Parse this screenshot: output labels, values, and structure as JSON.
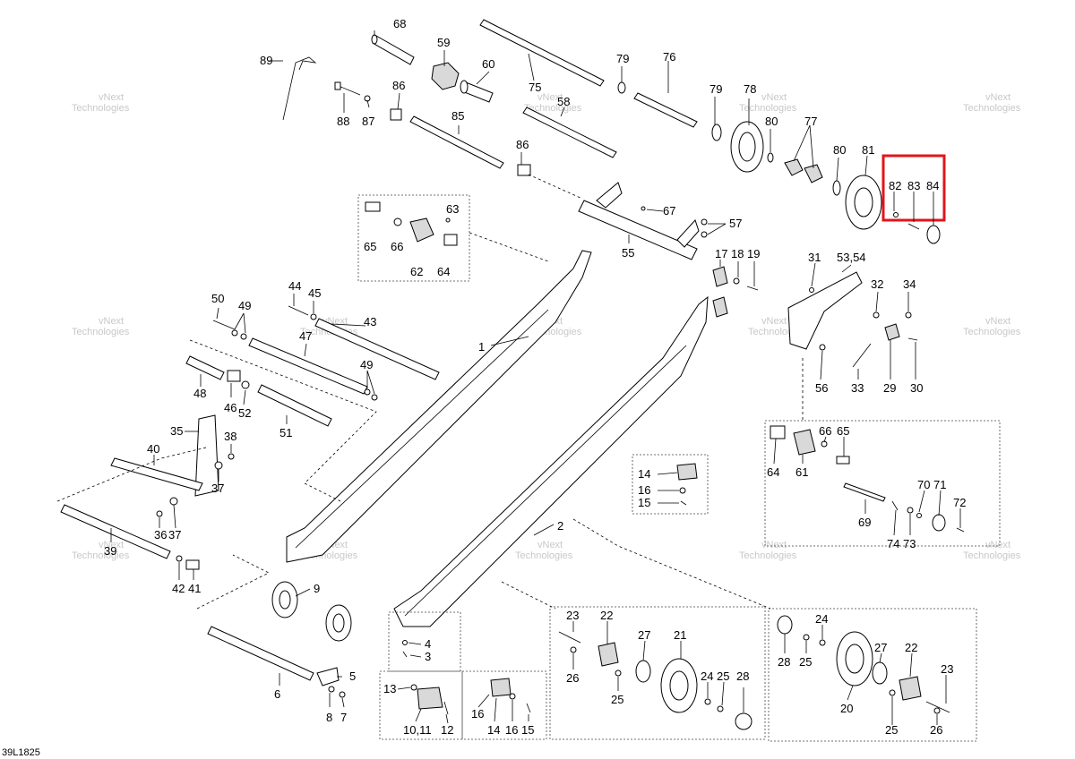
{
  "diagram_code": "39L1825",
  "watermark": [
    "vNext",
    "Technologies"
  ],
  "highlight_labels": [
    "82",
    "83",
    "84"
  ],
  "colors": {
    "highlight": "#e0161b",
    "line": "#000000",
    "watermark": "#c8c8c8"
  },
  "callouts": {
    "c1": "1",
    "c2": "2",
    "c3": "3",
    "c4": "4",
    "c5": "5",
    "c6": "6",
    "c7": "7",
    "c8": "8",
    "c9": "9",
    "c1011": "10,11",
    "c12": "12",
    "c13": "13",
    "c14a": "14",
    "c14b": "14",
    "c15a": "15",
    "c15b": "15",
    "c16a": "16",
    "c16b": "16",
    "c16c": "16",
    "c17": "17",
    "c18": "18",
    "c19": "19",
    "c20": "20",
    "c21": "21",
    "c22a": "22",
    "c22b": "22",
    "c23a": "23",
    "c23b": "23",
    "c24a": "24",
    "c24b": "24",
    "c25a": "25",
    "c25b": "25",
    "c25c": "25",
    "c25d": "25",
    "c26a": "26",
    "c26b": "26",
    "c27a": "27",
    "c27b": "27",
    "c28a": "28",
    "c28b": "28",
    "c29": "29",
    "c30": "30",
    "c31": "31",
    "c32": "32",
    "c33": "33",
    "c34": "34",
    "c35": "35",
    "c36": "36",
    "c37a": "37",
    "c37b": "37",
    "c38": "38",
    "c39": "39",
    "c40": "40",
    "c41": "41",
    "c42": "42",
    "c43": "43",
    "c44": "44",
    "c45": "45",
    "c46": "46",
    "c47": "47",
    "c48": "48",
    "c49a": "49",
    "c49b": "49",
    "c50": "50",
    "c51": "51",
    "c52": "52",
    "c5354": "53,54",
    "c55": "55",
    "c56": "56",
    "c57": "57",
    "c58": "58",
    "c59": "59",
    "c60": "60",
    "c61": "61",
    "c62": "62",
    "c63": "63",
    "c64a": "64",
    "c64b": "64",
    "c65a": "65",
    "c65b": "65",
    "c66a": "66",
    "c66b": "66",
    "c67": "67",
    "c68": "68",
    "c69": "69",
    "c70": "70",
    "c71": "71",
    "c72": "72",
    "c73": "73",
    "c74": "74",
    "c75": "75",
    "c76": "76",
    "c77": "77",
    "c78": "78",
    "c79a": "79",
    "c79b": "79",
    "c80a": "80",
    "c80b": "80",
    "c81": "81",
    "c82": "82",
    "c83": "83",
    "c84": "84",
    "c85": "85",
    "c86a": "86",
    "c86b": "86",
    "c87": "87",
    "c88": "88",
    "c89": "89"
  }
}
